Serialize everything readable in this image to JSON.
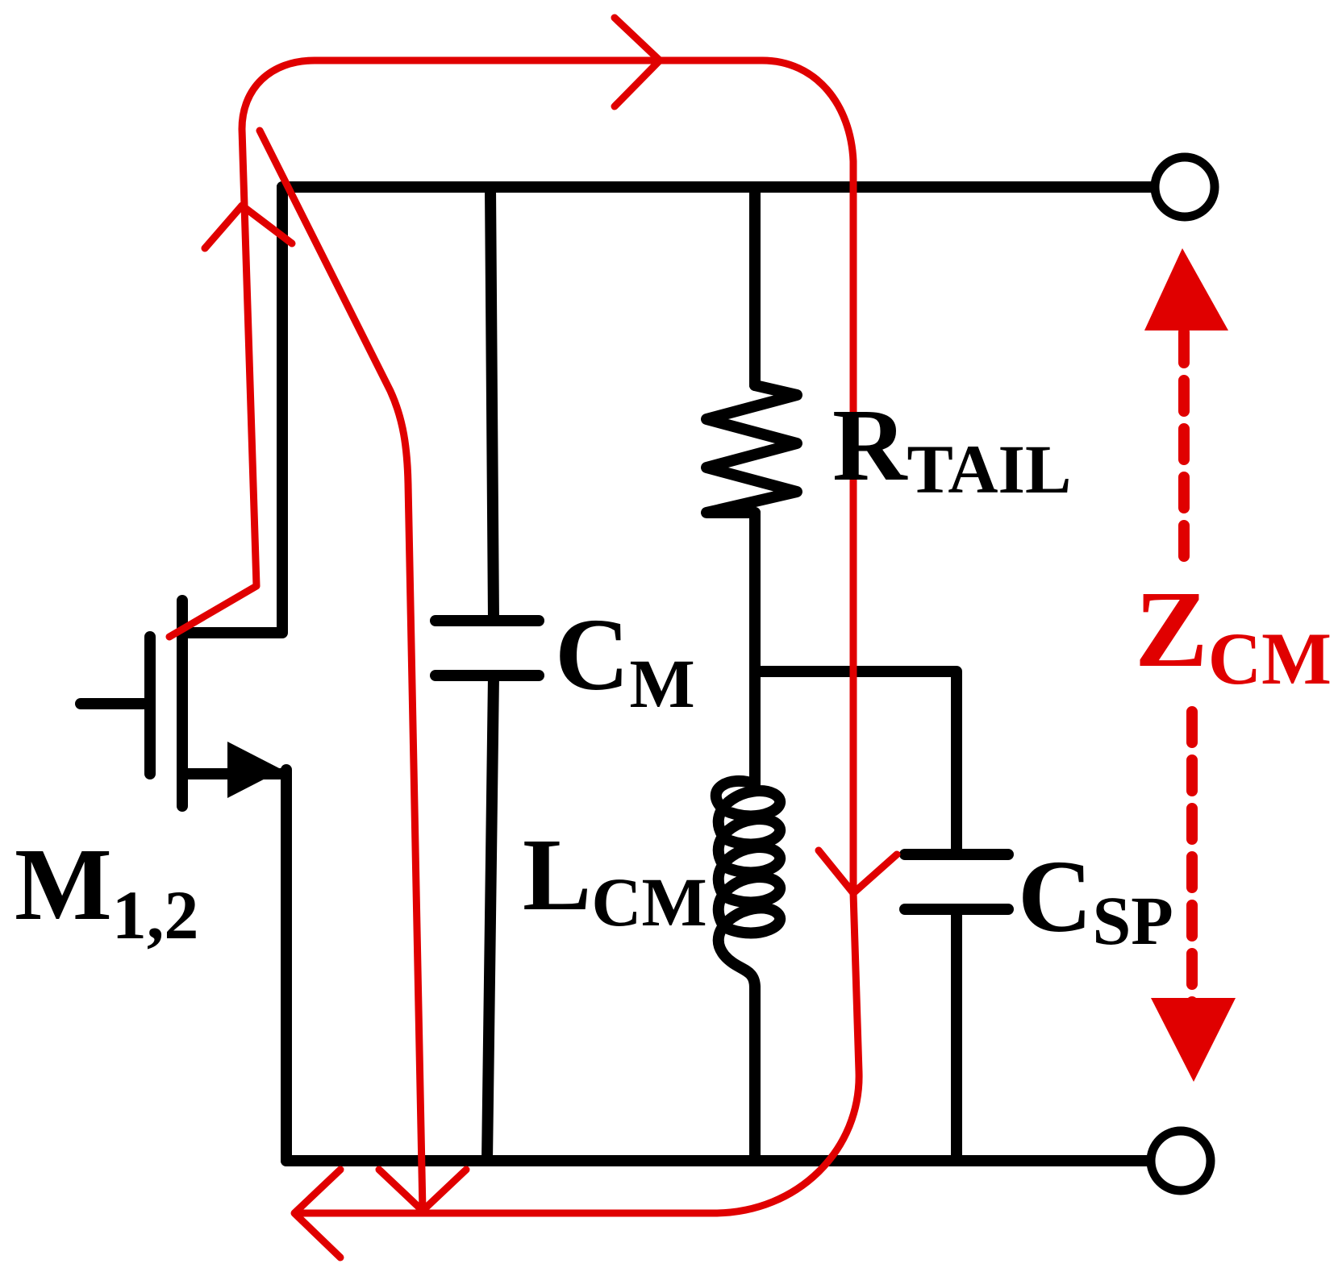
{
  "colors": {
    "wire": "#000000",
    "current_loop": "#e00000",
    "impedance_marker": "#e00000"
  },
  "labels": {
    "transistor": {
      "main": "M",
      "sub": "1,2"
    },
    "capacitor_m": {
      "main": "C",
      "sub": "M"
    },
    "resistor_tail": {
      "main": "R",
      "sub": "TAIL"
    },
    "inductor_cm": {
      "main": "L",
      "sub": "CM"
    },
    "capacitor_sp": {
      "main": "C",
      "sub": "SP"
    },
    "impedance": {
      "main": "Z",
      "sub": "CM"
    }
  }
}
